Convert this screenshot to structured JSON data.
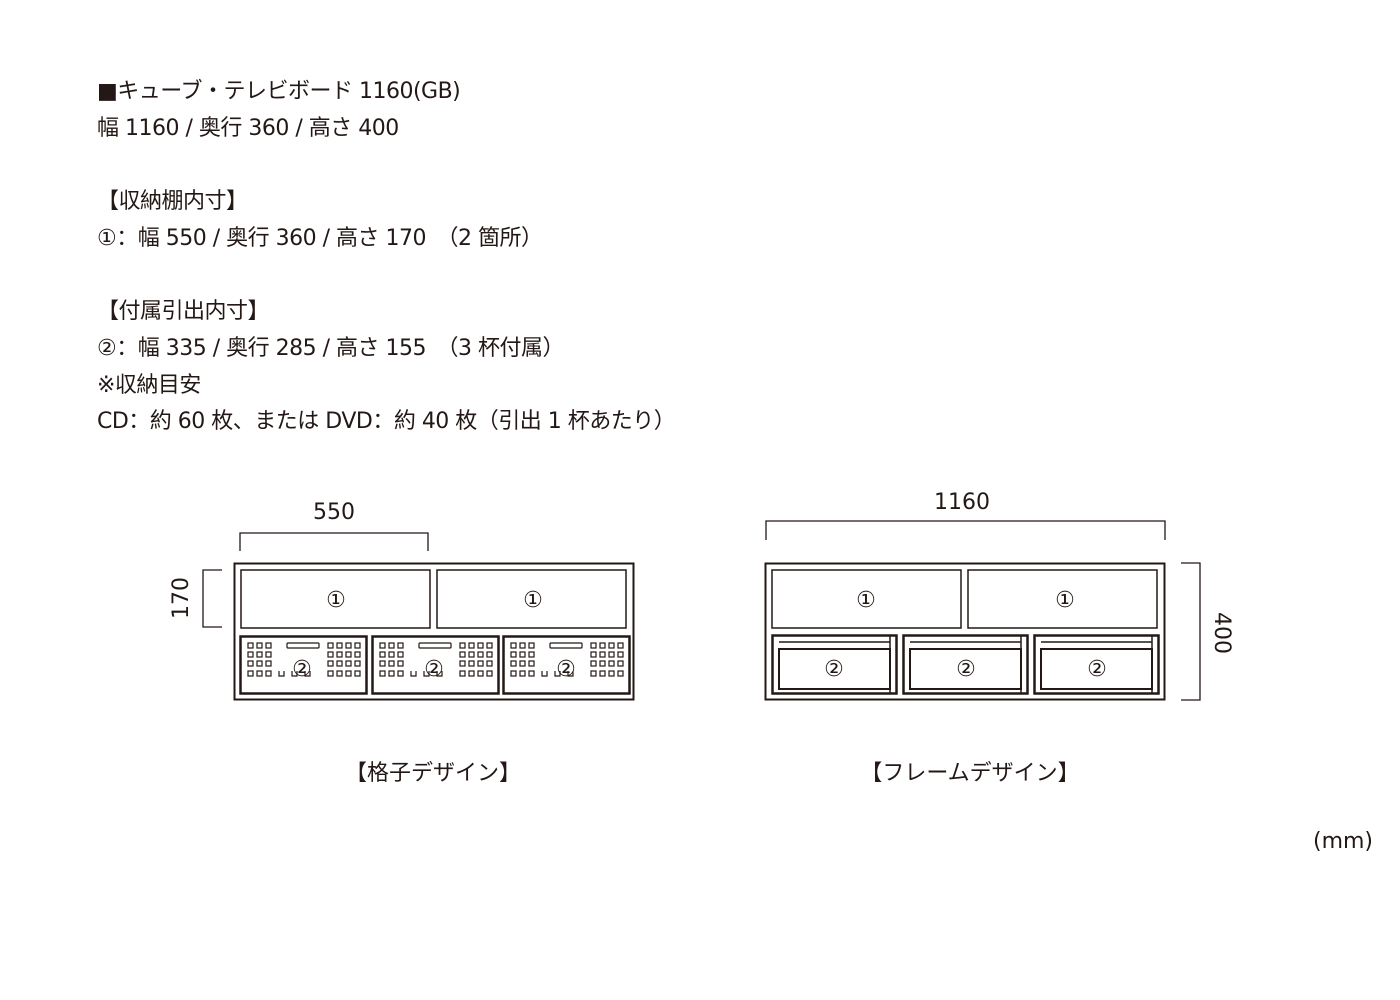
{
  "spec": {
    "title": "■キューブ・テレビボード 1160(GB)",
    "overall": "幅 1160 / 奥行 360 / 高さ 400",
    "shelf_heading": "【収納棚内寸】",
    "shelf_dims": "①：幅 550 / 奥行 360 / 高さ 170　（2 箇所）",
    "drawer_heading": "【付属引出内寸】",
    "drawer_dims": "②：幅 335 / 奥行 285 / 高さ 155　（3 杯付属）",
    "storage_heading": "※収納目安",
    "storage_note": "CD：約 60 枚、または DVD：約 40 枚（引出 1 杯あたり）"
  },
  "diagrams": {
    "lattice": {
      "caption": "【格子デザイン】",
      "width_label": "550",
      "height_label": "170",
      "shelf_mark": "①",
      "drawer_mark": "②"
    },
    "frame": {
      "caption": "【フレームデザイン】",
      "width_label": "1160",
      "height_label": "400",
      "shelf_mark": "①",
      "drawer_mark": "②"
    }
  },
  "unit": "(mm)"
}
